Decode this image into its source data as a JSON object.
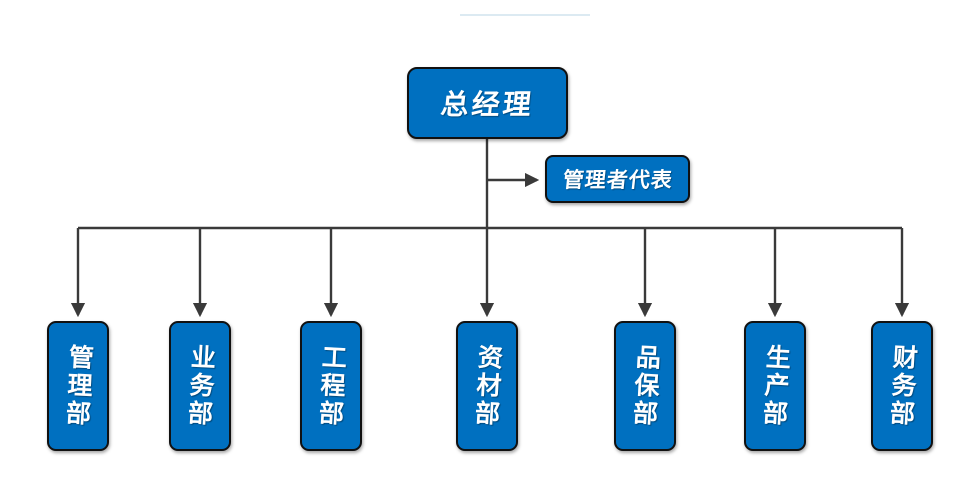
{
  "chart": {
    "type": "org-chart",
    "root": {
      "label": "总经理"
    },
    "staff": {
      "label": "管理者代表"
    },
    "departments": [
      {
        "label": "管理部"
      },
      {
        "label": "业务部"
      },
      {
        "label": "工程部"
      },
      {
        "label": "资材部"
      },
      {
        "label": "品保部"
      },
      {
        "label": "生产部"
      },
      {
        "label": "财务部"
      }
    ]
  },
  "colors": {
    "box_fill": "#0070C0",
    "box_border": "#111111",
    "box_text": "#ffffff",
    "connector_line": "#3a3a3a",
    "top_divider": "#dceaf2",
    "background": "#ffffff"
  }
}
